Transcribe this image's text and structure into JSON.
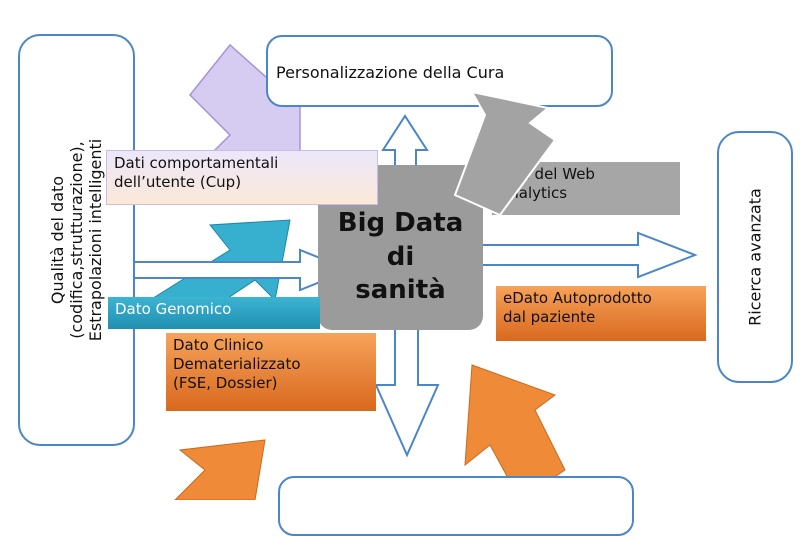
{
  "diagram": {
    "center": {
      "lines": [
        "Big Data",
        "di",
        "sanità"
      ]
    },
    "top_box": "Personalizzazione della Cura",
    "left_box": {
      "line1": "Qualità del dato",
      "line2": "(codifica,strutturazione),",
      "line3": "Estrapolazioni intelligenti"
    },
    "right_box": "Ricerca avanzata",
    "sources": [
      {
        "text_lines": [
          "Dati comportamentali",
          "dell’utente (Cup)"
        ]
      },
      {
        "text_lines": [
          "Dati del Web",
          "Analytics"
        ]
      },
      {
        "text_lines": [
          "Dato Genomico"
        ]
      },
      {
        "text_lines": [
          "Dato Clinico",
          "Dematerializzato",
          "(FSE, Dossier)"
        ]
      },
      {
        "text_lines": [
          "eDato Autoprodotto",
          "dal paziente"
        ]
      }
    ],
    "colors": {
      "outline_blue": "#4a86c8",
      "center_gray": "#9b9b9b",
      "lavender": "#cfc3ec",
      "teal": "#2fa8c8",
      "orange": "#e8812e",
      "gray_arrow": "#a3a3a3"
    }
  }
}
